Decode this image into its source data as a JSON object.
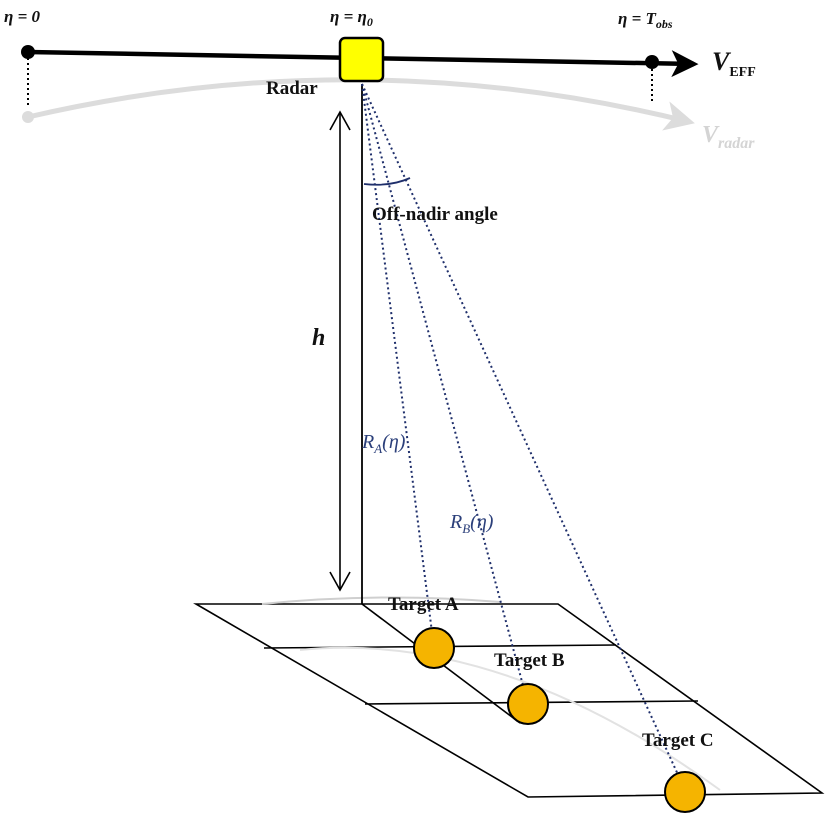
{
  "timeline": {
    "start_label": "η = 0",
    "mid_label": "η = η",
    "mid_sub": "0",
    "end_label": "η = T",
    "end_sub": "obs"
  },
  "velocity": {
    "eff_main": "V",
    "eff_sub": "EFF",
    "radar_main": "V",
    "radar_sub": "radar"
  },
  "radar": {
    "label": "Radar"
  },
  "angle": {
    "label": "Off-nadir angle"
  },
  "height": {
    "label": "h"
  },
  "ranges": {
    "a_main": "R",
    "a_sub": "A",
    "a_arg": "(η)",
    "b_main": "R",
    "b_sub": "B",
    "b_arg": "(η)"
  },
  "targets": [
    {
      "label": "Target A"
    },
    {
      "label": "Target B"
    },
    {
      "label": "Target C"
    }
  ],
  "colors": {
    "track": "#000000",
    "radar_fill": "#ffff00",
    "target_fill": "#f5b400",
    "range_line": "#1f2f6b",
    "ghost": "#d9d9d9"
  }
}
